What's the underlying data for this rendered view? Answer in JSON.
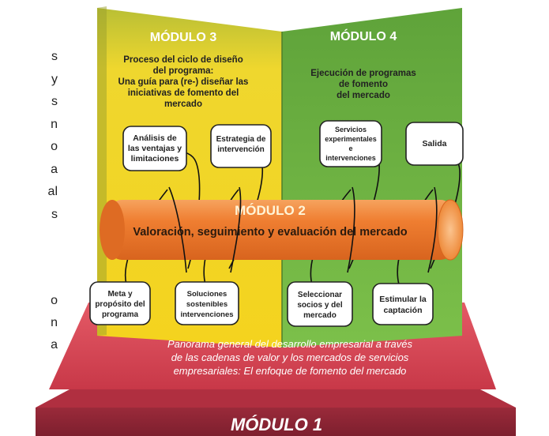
{
  "diagram": {
    "module1": {
      "title": "MÓDULO 1",
      "description_lines": [
        "Panorama general del desarrollo empresarial a través",
        "de las cadenas de valor y los mercados de servicios",
        "empresariales: El enfoque de fomento del mercado"
      ]
    },
    "module2": {
      "title": "MÓDULO 2",
      "description": "Valoración, seguimiento y evaluación del mercado"
    },
    "module3": {
      "title": "MÓDULO 3",
      "description_lines": [
        "Proceso del ciclo de diseño",
        "del programa:",
        "Una guía para (re-) diseñar las",
        "iniciativas de fomento del",
        "mercado"
      ],
      "boxes": [
        {
          "lines": [
            "Análisis de",
            "las ventajas y",
            "limitaciones"
          ]
        },
        {
          "lines": [
            "Estrategia de",
            "intervención"
          ]
        },
        {
          "lines": [
            "Meta y",
            "propósito del",
            "programa"
          ]
        },
        {
          "lines": [
            "Soluciones",
            "sostenibles",
            "intervenciones"
          ]
        }
      ]
    },
    "module4": {
      "title": "MÓDULO 4",
      "description_lines": [
        "Ejecución de programas",
        "de fomento",
        "del mercado"
      ],
      "boxes": [
        {
          "lines": [
            "Servicios",
            "experimentales",
            "e",
            "intervenciones"
          ]
        },
        {
          "lines": [
            "Salida"
          ]
        },
        {
          "lines": [
            "Seleccionar",
            "socios y del",
            "mercado"
          ]
        },
        {
          "lines": [
            "Estimular la",
            "captación"
          ]
        }
      ]
    },
    "left_fragments": [
      "s",
      "y",
      "s",
      "n",
      "o",
      "a",
      "al",
      "s",
      "o",
      "n",
      "a"
    ],
    "colors": {
      "module1_red": "#c0364a",
      "module1_dark": "#8e2233",
      "module3_yellow": "#f2d52a",
      "module4_green": "#6db33f",
      "module2_orange": "#ef7a2b"
    }
  }
}
